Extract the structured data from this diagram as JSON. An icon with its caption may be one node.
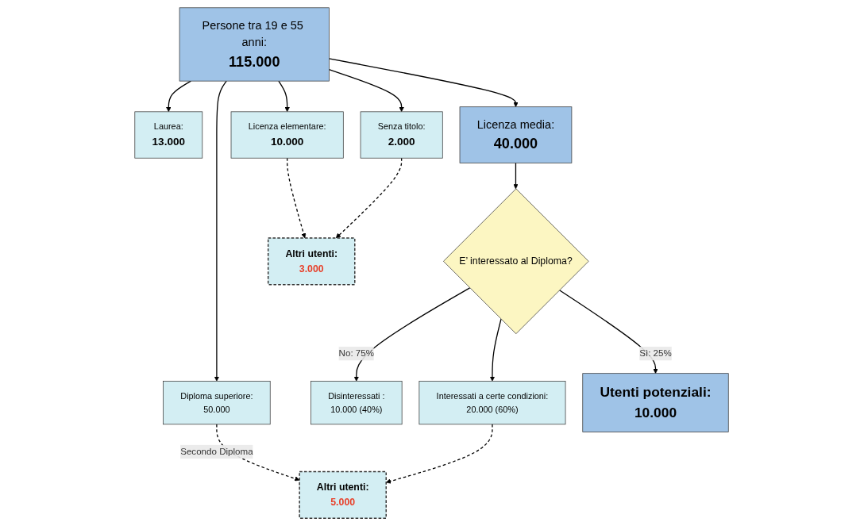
{
  "diagram": {
    "nodes": [
      {
        "text": [
          "Persone tra 19 e 55 anni:",
          "115.000"
        ]
      },
      {
        "text": [
          "Laurea:",
          "13.000"
        ]
      },
      {
        "text": [
          "Diploma superiore:",
          "50.000"
        ]
      },
      {
        "text": [
          "Licenza media:",
          "40.000"
        ]
      },
      {
        "text": [
          "Licenza elementare:",
          "10.000"
        ]
      },
      {
        "text": [
          "Senza titolo:",
          "2.000"
        ]
      },
      {
        "text": [
          "Disinteressati :",
          "10.000 (40%)"
        ]
      },
      {
        "text": [
          "Interessati a certe condizioni:",
          "20.000 (60%)"
        ]
      },
      {
        "text": [
          "E’ interessato al Diploma?"
        ]
      },
      {
        "text": [
          "Altri utenti:",
          "5.000"
        ]
      },
      {
        "text": [
          "Utenti potenziali:",
          "10.000"
        ]
      },
      {
        "text": [
          "Altri utenti:",
          "3.000"
        ]
      }
    ],
    "edges": [
      {
        "from": 0,
        "to": 1,
        "arrow": "to"
      },
      {
        "from": 0,
        "to": 2,
        "arrow": "to"
      },
      {
        "from": 0,
        "to": 3,
        "arrow": "to"
      },
      {
        "from": 0,
        "to": 4,
        "arrow": "to"
      },
      {
        "from": 0,
        "to": 5,
        "arrow": "to"
      },
      {
        "from": 3,
        "to": 8,
        "arrow": "to"
      },
      {
        "from": 8,
        "to": 6,
        "arrow": "to",
        "label": "No: 75%"
      },
      {
        "from": 8,
        "to": 7,
        "arrow": "to"
      },
      {
        "from": 8,
        "to": 10,
        "arrow": "to",
        "label": "Sì: 25%"
      },
      {
        "from": 2,
        "to": 9,
        "arrow": "to",
        "style": "dashed",
        "label": "Secondo Diploma"
      },
      {
        "from": 7,
        "to": 9,
        "arrow": "to",
        "style": "dashed"
      },
      {
        "from": 4,
        "to": 11,
        "arrow": "to",
        "style": "dashed"
      },
      {
        "from": 5,
        "to": 11,
        "arrow": "to",
        "style": "dashed"
      }
    ]
  }
}
